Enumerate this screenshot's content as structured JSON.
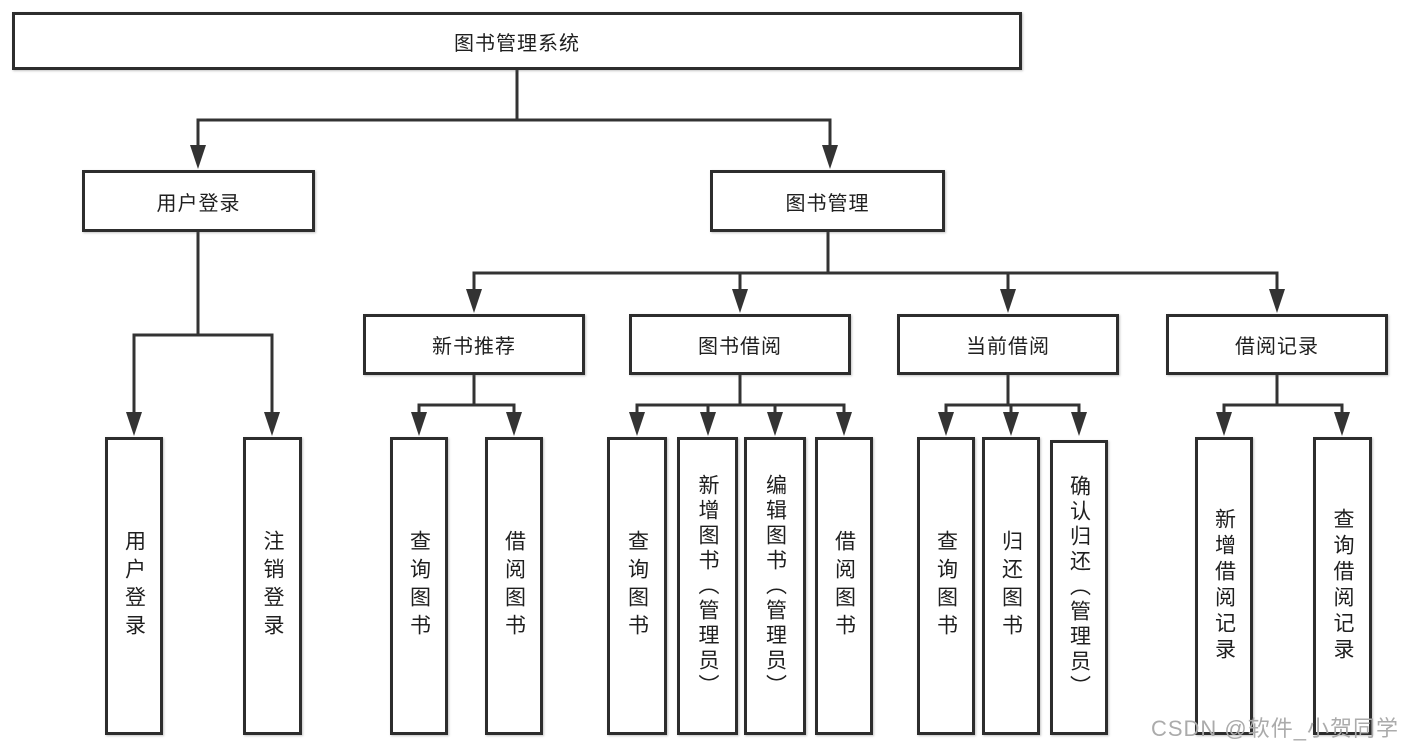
{
  "colors": {
    "background": "#ffffff",
    "line": "#333333",
    "box_border": "#2d2d2d",
    "text": "#1f1f1f",
    "watermark": "#ababab"
  },
  "tree": {
    "root": {
      "label": "图书管理系统"
    },
    "branches": [
      {
        "label": "用户登录",
        "children": [
          {
            "label": "用户登录"
          },
          {
            "label": "注销登录"
          }
        ]
      },
      {
        "label": "图书管理",
        "children": [
          {
            "label": "新书推荐",
            "children": [
              {
                "label": "查询图书"
              },
              {
                "label": "借阅图书"
              }
            ]
          },
          {
            "label": "图书借阅",
            "children": [
              {
                "label": "查询图书"
              },
              {
                "label": "新增图书（管理员）"
              },
              {
                "label": "编辑图书（管理员）"
              },
              {
                "label": "借阅图书"
              }
            ]
          },
          {
            "label": "当前借阅",
            "children": [
              {
                "label": "查询图书"
              },
              {
                "label": "归还图书"
              },
              {
                "label": "确认归还（管理员）"
              }
            ]
          },
          {
            "label": "借阅记录",
            "children": [
              {
                "label": "新增借阅记录"
              },
              {
                "label": "查询借阅记录"
              }
            ]
          }
        ]
      }
    ]
  },
  "watermark": {
    "text": "CSDN @软件_小贺同学"
  }
}
